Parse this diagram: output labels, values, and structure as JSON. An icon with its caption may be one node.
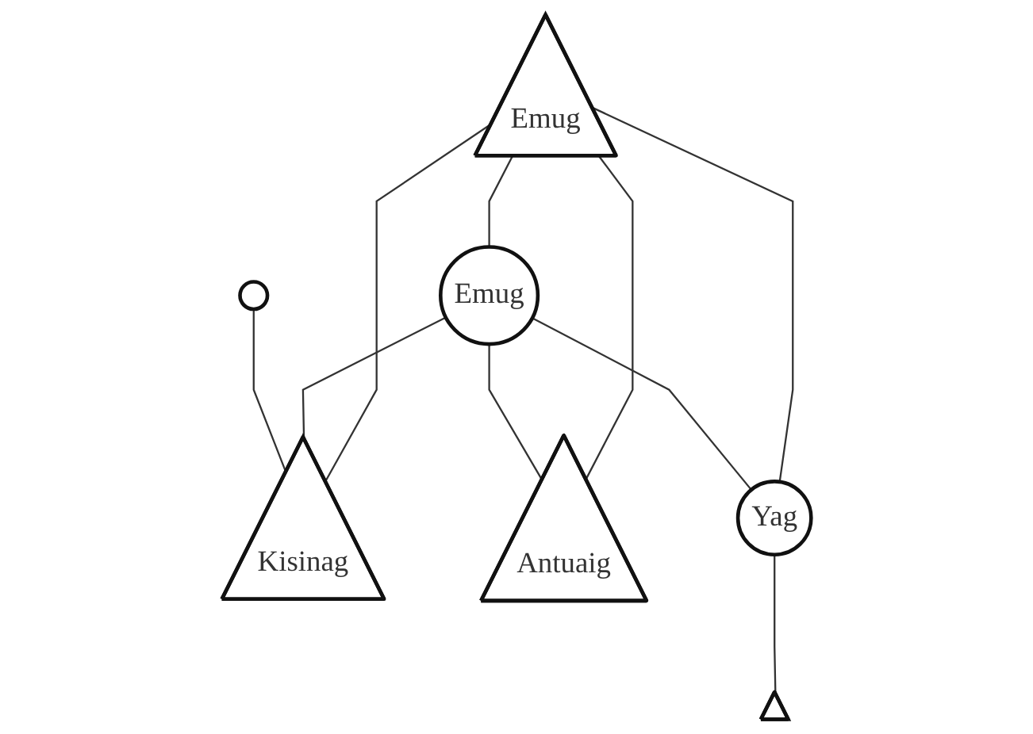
{
  "diagram": {
    "nodes": [
      {
        "text": [
          "Emug"
        ]
      },
      {
        "text": [
          "Emug"
        ]
      },
      {
        "text": [],
        "shape": "circle"
      },
      {
        "text": [
          "Kisinag"
        ]
      },
      {
        "text": [
          "Antuaig"
        ]
      },
      {
        "text": [
          "Yag"
        ]
      },
      {
        "text": [],
        "shape": "triangle"
      }
    ],
    "edges": [
      {
        "from": 0,
        "to": 1,
        "arrow": "none"
      },
      {
        "from": 0,
        "to": 3,
        "arrow": "none"
      },
      {
        "from": 0,
        "to": 4,
        "arrow": "none"
      },
      {
        "from": 0,
        "to": 5,
        "arrow": "none"
      },
      {
        "from": 1,
        "to": 3,
        "arrow": "none"
      },
      {
        "from": 1,
        "to": 4,
        "arrow": "none"
      },
      {
        "from": 1,
        "to": 5,
        "arrow": "none"
      },
      {
        "from": 2,
        "to": 3,
        "arrow": "none"
      },
      {
        "from": 5,
        "to": 6,
        "arrow": "none"
      }
    ]
  }
}
